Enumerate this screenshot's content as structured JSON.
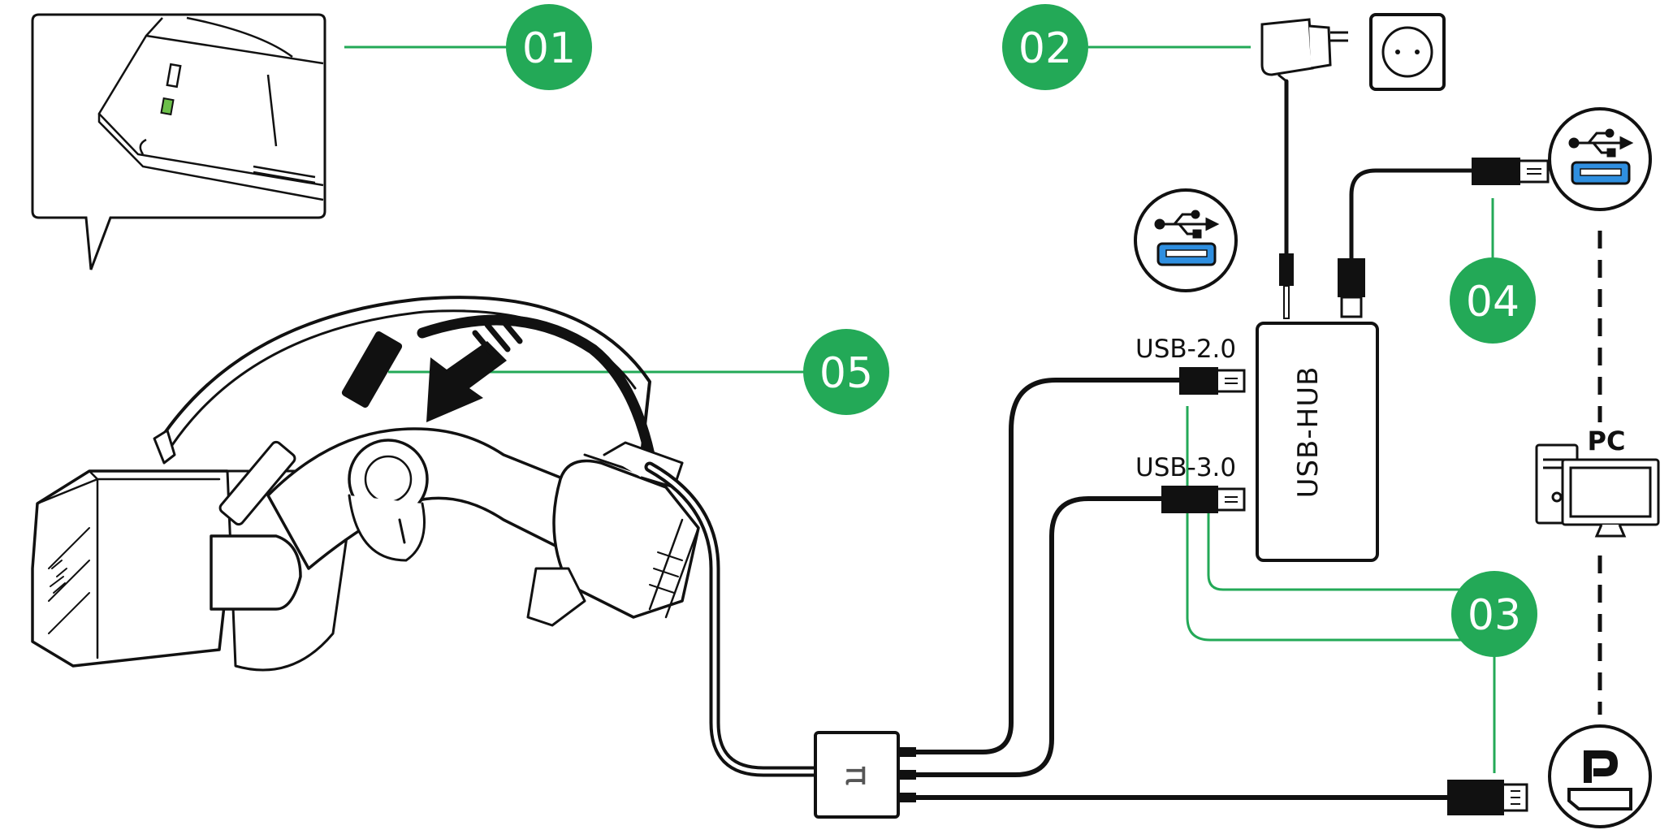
{
  "colors": {
    "accent": "#23a957",
    "line": "#111111",
    "fill_light": "#ffffff",
    "usb_blue": "#2f8fe0"
  },
  "badges": {
    "b01": "01",
    "b02": "02",
    "b03": "03",
    "b04": "04",
    "b05": "05"
  },
  "labels": {
    "usb2": "USB-2.0",
    "usb3": "USB-3.0",
    "hub": "USB-HUB",
    "pc": "PC"
  },
  "icons": {
    "usb_symbol": "usb-trident-icon",
    "usb_a_port": "usb-a-port-icon",
    "displayport": "displayport-icon",
    "power_adapter": "power-adapter-icon",
    "wall_socket": "wall-socket-icon",
    "pc": "desktop-pc-icon",
    "headset": "vr-headset-icon"
  }
}
